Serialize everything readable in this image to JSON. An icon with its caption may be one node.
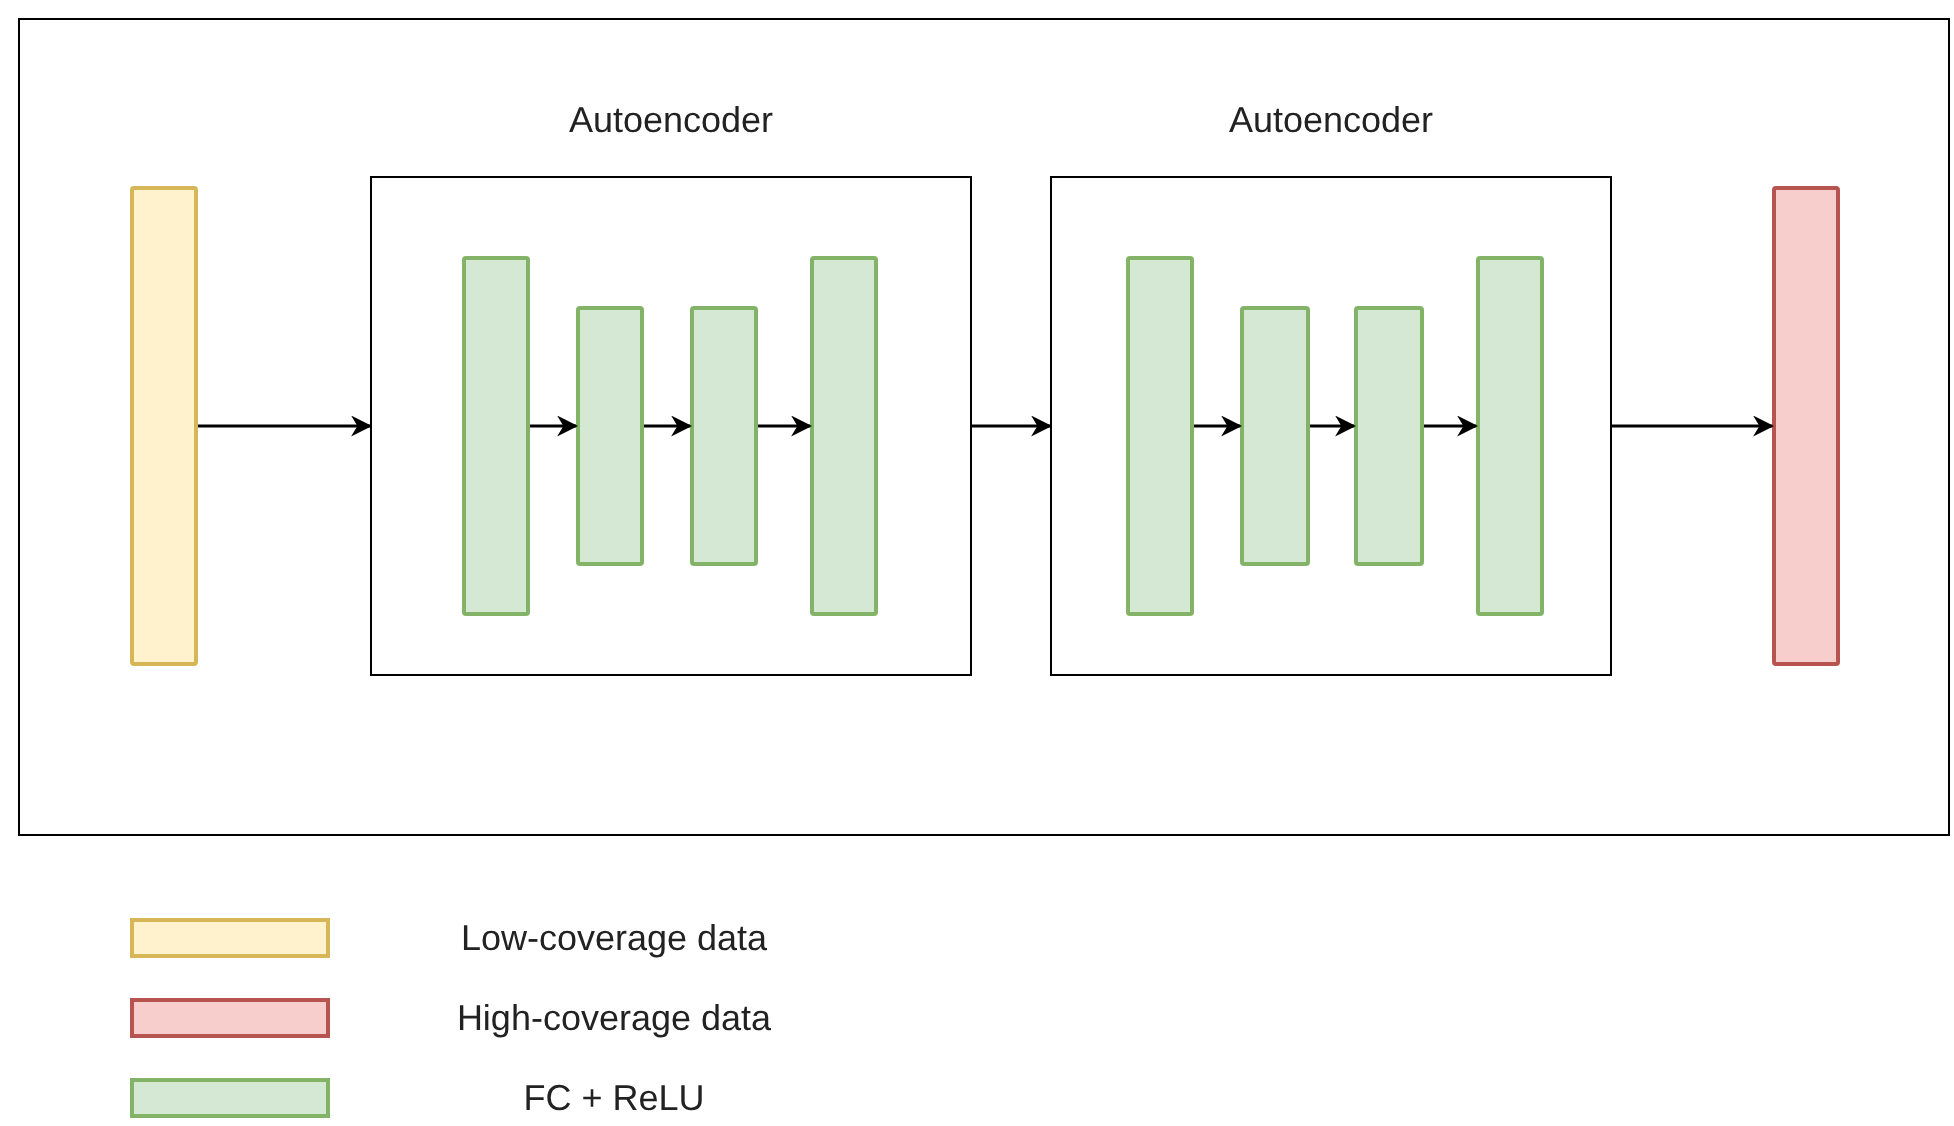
{
  "diagram": {
    "nodes": [
      {
        "text": [],
        "shape": "box"
      },
      {
        "text": [],
        "shape": "bar",
        "in": 0
      },
      {
        "text": [
          "Autoencoder"
        ],
        "in": 0
      },
      {
        "text": [],
        "shape": "bar",
        "in": 2
      },
      {
        "text": [],
        "shape": "bar",
        "in": 2
      },
      {
        "text": [],
        "shape": "bar",
        "in": 2
      },
      {
        "text": [],
        "shape": "bar",
        "in": 2
      },
      {
        "text": [
          "Autoencoder"
        ],
        "in": 0
      },
      {
        "text": [],
        "shape": "bar",
        "in": 7
      },
      {
        "text": [],
        "shape": "bar",
        "in": 7
      },
      {
        "text": [],
        "shape": "bar",
        "in": 7
      },
      {
        "text": [],
        "shape": "bar",
        "in": 7
      },
      {
        "text": [],
        "shape": "bar",
        "in": 0
      }
    ],
    "edges": [
      {
        "from": 1,
        "to": 2,
        "arrow": "to"
      },
      {
        "from": 3,
        "to": 4,
        "arrow": "to"
      },
      {
        "from": 4,
        "to": 5,
        "arrow": "to"
      },
      {
        "from": 5,
        "to": 6,
        "arrow": "to"
      },
      {
        "from": 2,
        "to": 7,
        "arrow": "to"
      },
      {
        "from": 8,
        "to": 9,
        "arrow": "to"
      },
      {
        "from": 9,
        "to": 10,
        "arrow": "to"
      },
      {
        "from": 10,
        "to": 11,
        "arrow": "to"
      },
      {
        "from": 7,
        "to": 12,
        "arrow": "to"
      }
    ],
    "legend": [
      {
        "text": "Low-coverage data",
        "color": "#fff2cc"
      },
      {
        "text": "High-coverage data",
        "color": "#f8cecc"
      },
      {
        "text": "FC + ReLU",
        "color": "#d5e8d4"
      }
    ]
  }
}
